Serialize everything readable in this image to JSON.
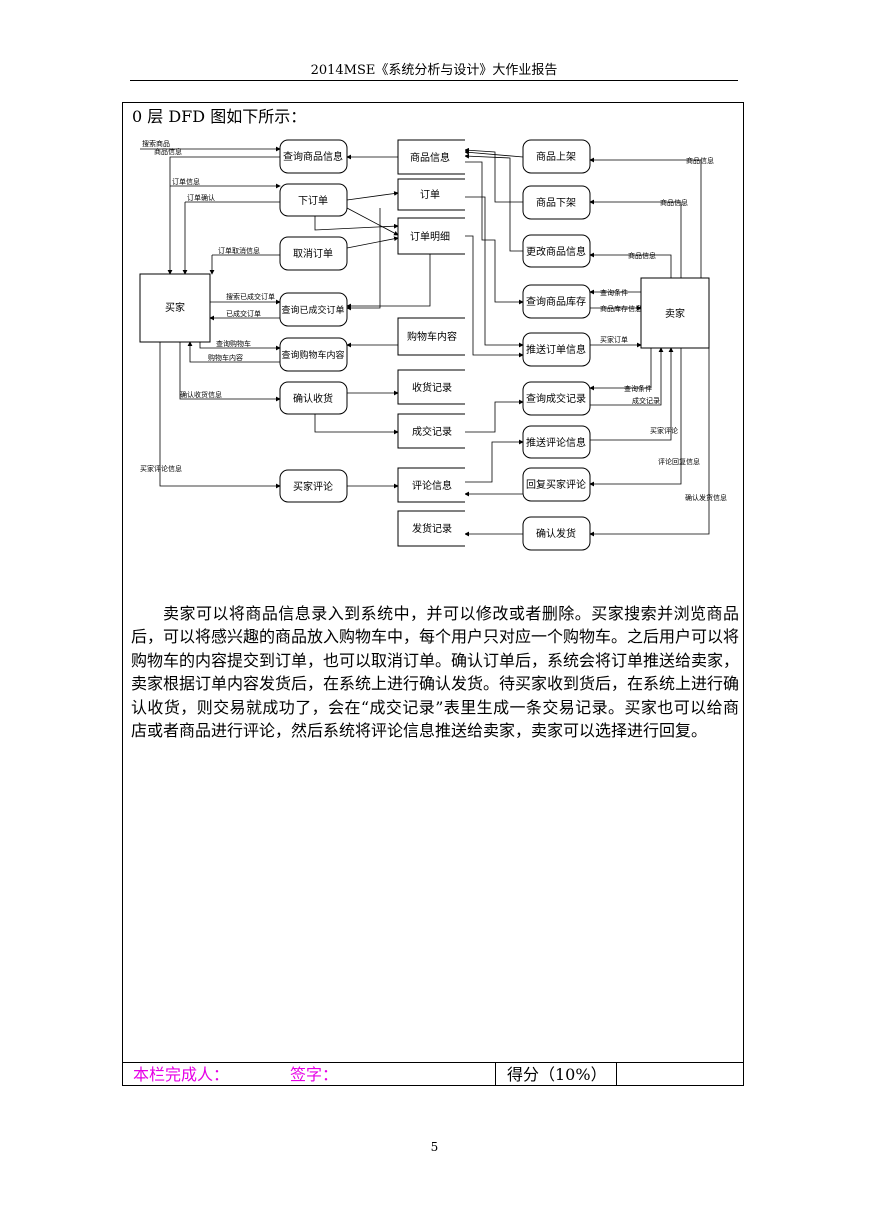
{
  "header": {
    "title": "2014MSE《系统分析与设计》大作业报告"
  },
  "section": {
    "intro": "0 层 DFD 图如下所示："
  },
  "diagram": {
    "entities": {
      "buyer": "买家",
      "seller": "卖家"
    },
    "processes": {
      "query_goods": "查询商品信息",
      "place_order": "下订单",
      "cancel_order": "取消订单",
      "query_deals": "查询已成交订单",
      "query_cart": "查询购物车内容",
      "confirm_receipt": "确认收货",
      "buyer_review": "买家评论",
      "goods_on": "商品上架",
      "goods_off": "商品下架",
      "modify_goods": "更改商品信息",
      "query_stock": "查询商品库存",
      "push_orders": "推送订单信息",
      "query_records": "查询成交记录",
      "push_reviews": "推送评论信息",
      "reply_review": "回复买家评论",
      "confirm_ship": "确认发货"
    },
    "stores": {
      "goods": "商品信息",
      "orders": "订单",
      "order_detail": "订单明细",
      "cart": "购物车内容",
      "receipt": "收货记录",
      "deals": "成交记录",
      "reviews": "评论信息",
      "shipping": "发货记录"
    },
    "flows": {
      "search_goods": "搜索商品",
      "goods_info_l": "商品信息",
      "order_info": "订单信息",
      "order_confirm": "订单确认",
      "cancel_info": "订单取消信息",
      "query_deals": "搜索已成交订单",
      "deal_orders": "已成交订单",
      "query_cart": "查询购物车",
      "cart_content": "购物车内容",
      "receipt_info": "确认收货信息",
      "review_info": "买家评论信息",
      "goods_info_r1": "商品信息",
      "goods_info_r2": "商品信息",
      "goods_info_r3": "商品信息",
      "query_cond1": "查询条件",
      "stock_info": "商品库存信息",
      "seller_orders": "买家订单",
      "query_cond2": "查询条件",
      "deal_records": "成交记录",
      "buyer_review": "买家评论",
      "review_reply": "评论回复信息",
      "ship_info": "确认发货信息"
    }
  },
  "body_text": "卖家可以将商品信息录入到系统中，并可以修改或者删除。买家搜索并浏览商品后，可以将感兴趣的商品放入购物车中，每个用户只对应一个购物车。之后用户可以将购物车的内容提交到订单，也可以取消订单。确认订单后，系统会将订单推送给卖家，卖家根据订单内容发货后，在系统上进行确认发货。待买家收到货后，在系统上进行确认收货，则交易就成功了，会在“成交记录”表里生成一条交易记录。买家也可以给商店或者商品进行评论，然后系统将评论信息推送给卖家，卖家可以选择进行回复。",
  "footer": {
    "completed_by": "本栏完成人：",
    "signature": "签字：",
    "score": "得分（10%）",
    "label_color": "#e600e6"
  },
  "page": {
    "number": "5"
  }
}
